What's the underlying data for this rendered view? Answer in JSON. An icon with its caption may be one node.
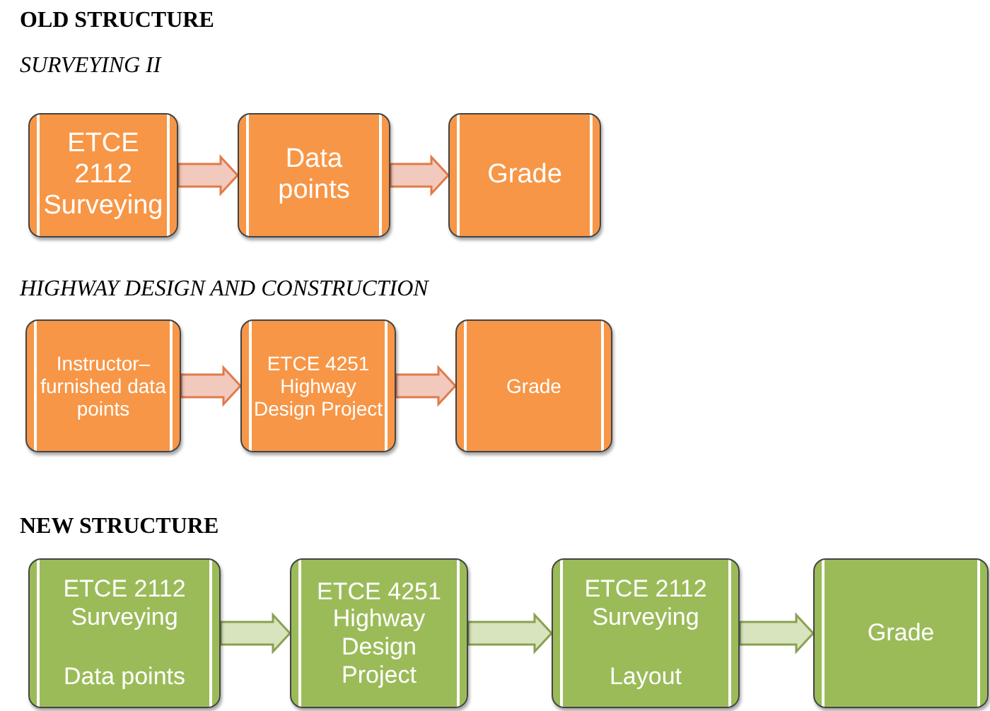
{
  "diagram": {
    "nodes": [
      {
        "text": [
          "ETCE 2112 Surveying"
        ]
      },
      {
        "text": [
          "Data points"
        ]
      },
      {
        "text": [
          "Grade"
        ]
      },
      {
        "text": [
          "Instructor–furnished data points"
        ]
      },
      {
        "text": [
          "ETCE 4251 Highway Design Project"
        ]
      },
      {
        "text": [
          "Grade"
        ]
      },
      {
        "text": [
          "ETCE 2112 Surveying",
          "Data points"
        ]
      },
      {
        "text": [
          "ETCE 4251 Highway Design Project"
        ]
      },
      {
        "text": [
          "ETCE 2112 Surveying",
          "Layout"
        ]
      },
      {
        "text": [
          "Grade"
        ]
      }
    ],
    "edges": [
      {
        "from": 0,
        "to": 1,
        "arrow": "to"
      },
      {
        "from": 1,
        "to": 2,
        "arrow": "to"
      },
      {
        "from": 3,
        "to": 4,
        "arrow": "to"
      },
      {
        "from": 4,
        "to": 5,
        "arrow": "to"
      },
      {
        "from": 6,
        "to": 7,
        "arrow": "to",
        "color": "#d7e4bd"
      },
      {
        "from": 7,
        "to": 8,
        "arrow": "to",
        "color": "#d7e4bd"
      },
      {
        "from": 8,
        "to": 9,
        "arrow": "to",
        "color": "#d7e4bd"
      }
    ],
    "labels": [
      "OLD STRUCTURE",
      "SURVEYING II",
      "HIGHWAY DESIGN AND CONSTRUCTION",
      "NEW STRUCTURE"
    ]
  }
}
